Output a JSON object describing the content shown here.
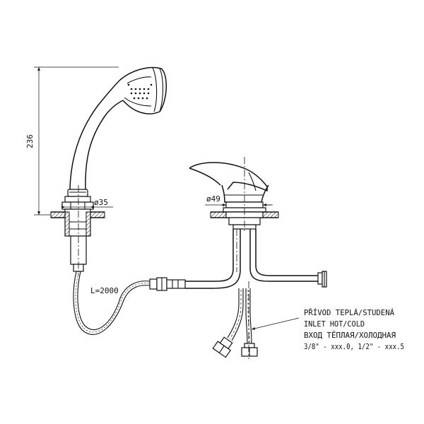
{
  "dimensions": {
    "shower_height": "236",
    "shower_mount_diameter": "ø35",
    "faucet_diameter": "ø49",
    "hose_length": "L=2000"
  },
  "inlet_note": {
    "lines": [
      "PŘÍVOD TEPLÁ/STUDENÁ",
      "INLET HOT/COLD",
      "ВХОД ТЁПЛАЯ/ХОЛОДНАЯ",
      "3/8\" - xxx.0, 1/2\" - xxx.5"
    ]
  }
}
